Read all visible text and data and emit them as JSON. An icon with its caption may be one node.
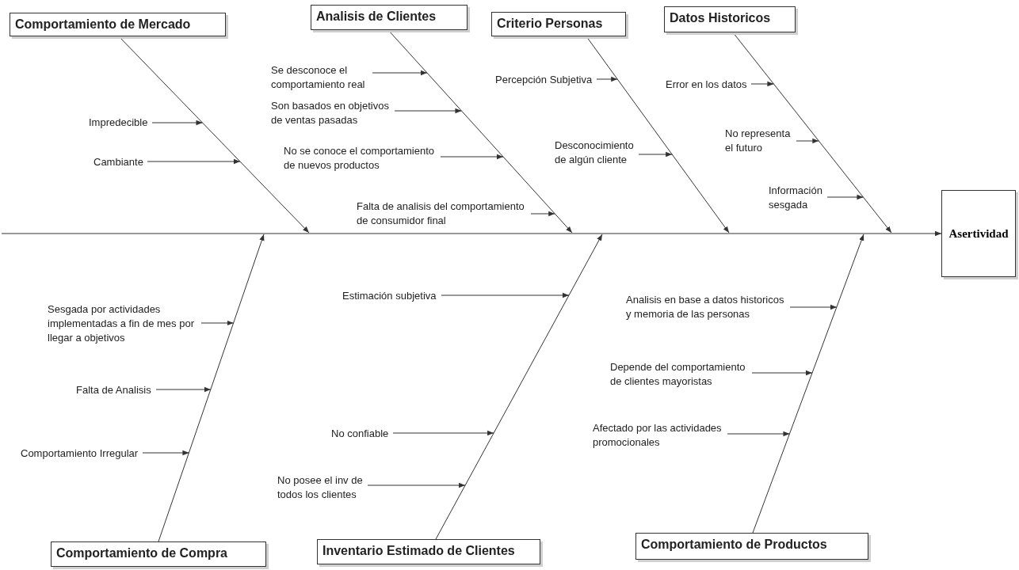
{
  "diagram": {
    "nodes": [
      {
        "text": [
          "Comportamiento de Mercado"
        ]
      },
      {
        "text": [
          "Impredecible"
        ]
      },
      {
        "text": [
          "Cambiante"
        ]
      },
      {
        "text": [
          "Analisis de Clientes"
        ]
      },
      {
        "text": [
          "Se desconoce el comportamiento real"
        ]
      },
      {
        "text": [
          "Son basados en objetivos de ventas pasadas"
        ]
      },
      {
        "text": [
          "No se conoce el comportamiento de nuevos productos"
        ]
      },
      {
        "text": [
          "Falta de analisis del comportamiento de consumidor final"
        ]
      },
      {
        "text": [
          "Criterio Personas"
        ]
      },
      {
        "text": [
          "Percepción Subjetiva"
        ]
      },
      {
        "text": [
          "Desconocimiento de algún cliente"
        ]
      },
      {
        "text": [
          "Datos Historicos"
        ]
      },
      {
        "text": [
          "Error en los datos"
        ]
      },
      {
        "text": [
          "No representa el futuro"
        ]
      },
      {
        "text": [
          "Información sesgada"
        ]
      },
      {
        "text": [
          "Asertividad"
        ]
      },
      {
        "text": [
          "Comportamiento de Compra"
        ]
      },
      {
        "text": [
          "Sesgada por actividades implementadas a fin de mes por llegar a objetivos"
        ]
      },
      {
        "text": [
          "Falta de Analisis"
        ]
      },
      {
        "text": [
          "Comportamiento Irregular"
        ]
      },
      {
        "text": [
          "Inventario Estimado de Clientes"
        ]
      },
      {
        "text": [
          "Estimación subjetiva"
        ]
      },
      {
        "text": [
          "No confiable"
        ]
      },
      {
        "text": [
          "No posee el inv de todos los clientes"
        ]
      },
      {
        "text": [
          "Comportamiento de Productos"
        ]
      },
      {
        "text": [
          "Analisis en base a datos historicos y memoria de las personas"
        ]
      },
      {
        "text": [
          "Depende del comportamiento de clientes mayoristas"
        ]
      },
      {
        "text": [
          "Afectado por las actividades promocionales"
        ]
      }
    ],
    "edges": [
      {
        "from": null,
        "to": 15,
        "arrow": "to"
      },
      {
        "from": 0,
        "to": null,
        "arrow": "to"
      },
      {
        "from": 3,
        "to": null,
        "arrow": "to"
      },
      {
        "from": 8,
        "to": null,
        "arrow": "to"
      },
      {
        "from": 11,
        "to": null,
        "arrow": "to"
      },
      {
        "from": 16,
        "to": null,
        "arrow": "to"
      },
      {
        "from": 20,
        "to": null,
        "arrow": "to"
      },
      {
        "from": 24,
        "to": null,
        "arrow": "to"
      },
      {
        "from": 1,
        "to": null,
        "arrow": "to"
      },
      {
        "from": 2,
        "to": null,
        "arrow": "to"
      },
      {
        "from": 4,
        "to": null,
        "arrow": "to"
      },
      {
        "from": 5,
        "to": null,
        "arrow": "to"
      },
      {
        "from": 6,
        "to": null,
        "arrow": "to"
      },
      {
        "from": 7,
        "to": null,
        "arrow": "to"
      },
      {
        "from": 9,
        "to": null,
        "arrow": "to"
      },
      {
        "from": 10,
        "to": null,
        "arrow": "to"
      },
      {
        "from": 12,
        "to": null,
        "arrow": "to"
      },
      {
        "from": 13,
        "to": null,
        "arrow": "to"
      },
      {
        "from": 14,
        "to": null,
        "arrow": "to"
      },
      {
        "from": 17,
        "to": null,
        "arrow": "to"
      },
      {
        "from": 18,
        "to": null,
        "arrow": "to"
      },
      {
        "from": 19,
        "to": null,
        "arrow": "to"
      },
      {
        "from": 21,
        "to": null,
        "arrow": "to"
      },
      {
        "from": 22,
        "to": null,
        "arrow": "to"
      },
      {
        "from": 23,
        "to": null,
        "arrow": "to"
      },
      {
        "from": 25,
        "to": null,
        "arrow": "to"
      },
      {
        "from": 26,
        "to": null,
        "arrow": "to"
      },
      {
        "from": 27,
        "to": null,
        "arrow": "to"
      }
    ]
  }
}
